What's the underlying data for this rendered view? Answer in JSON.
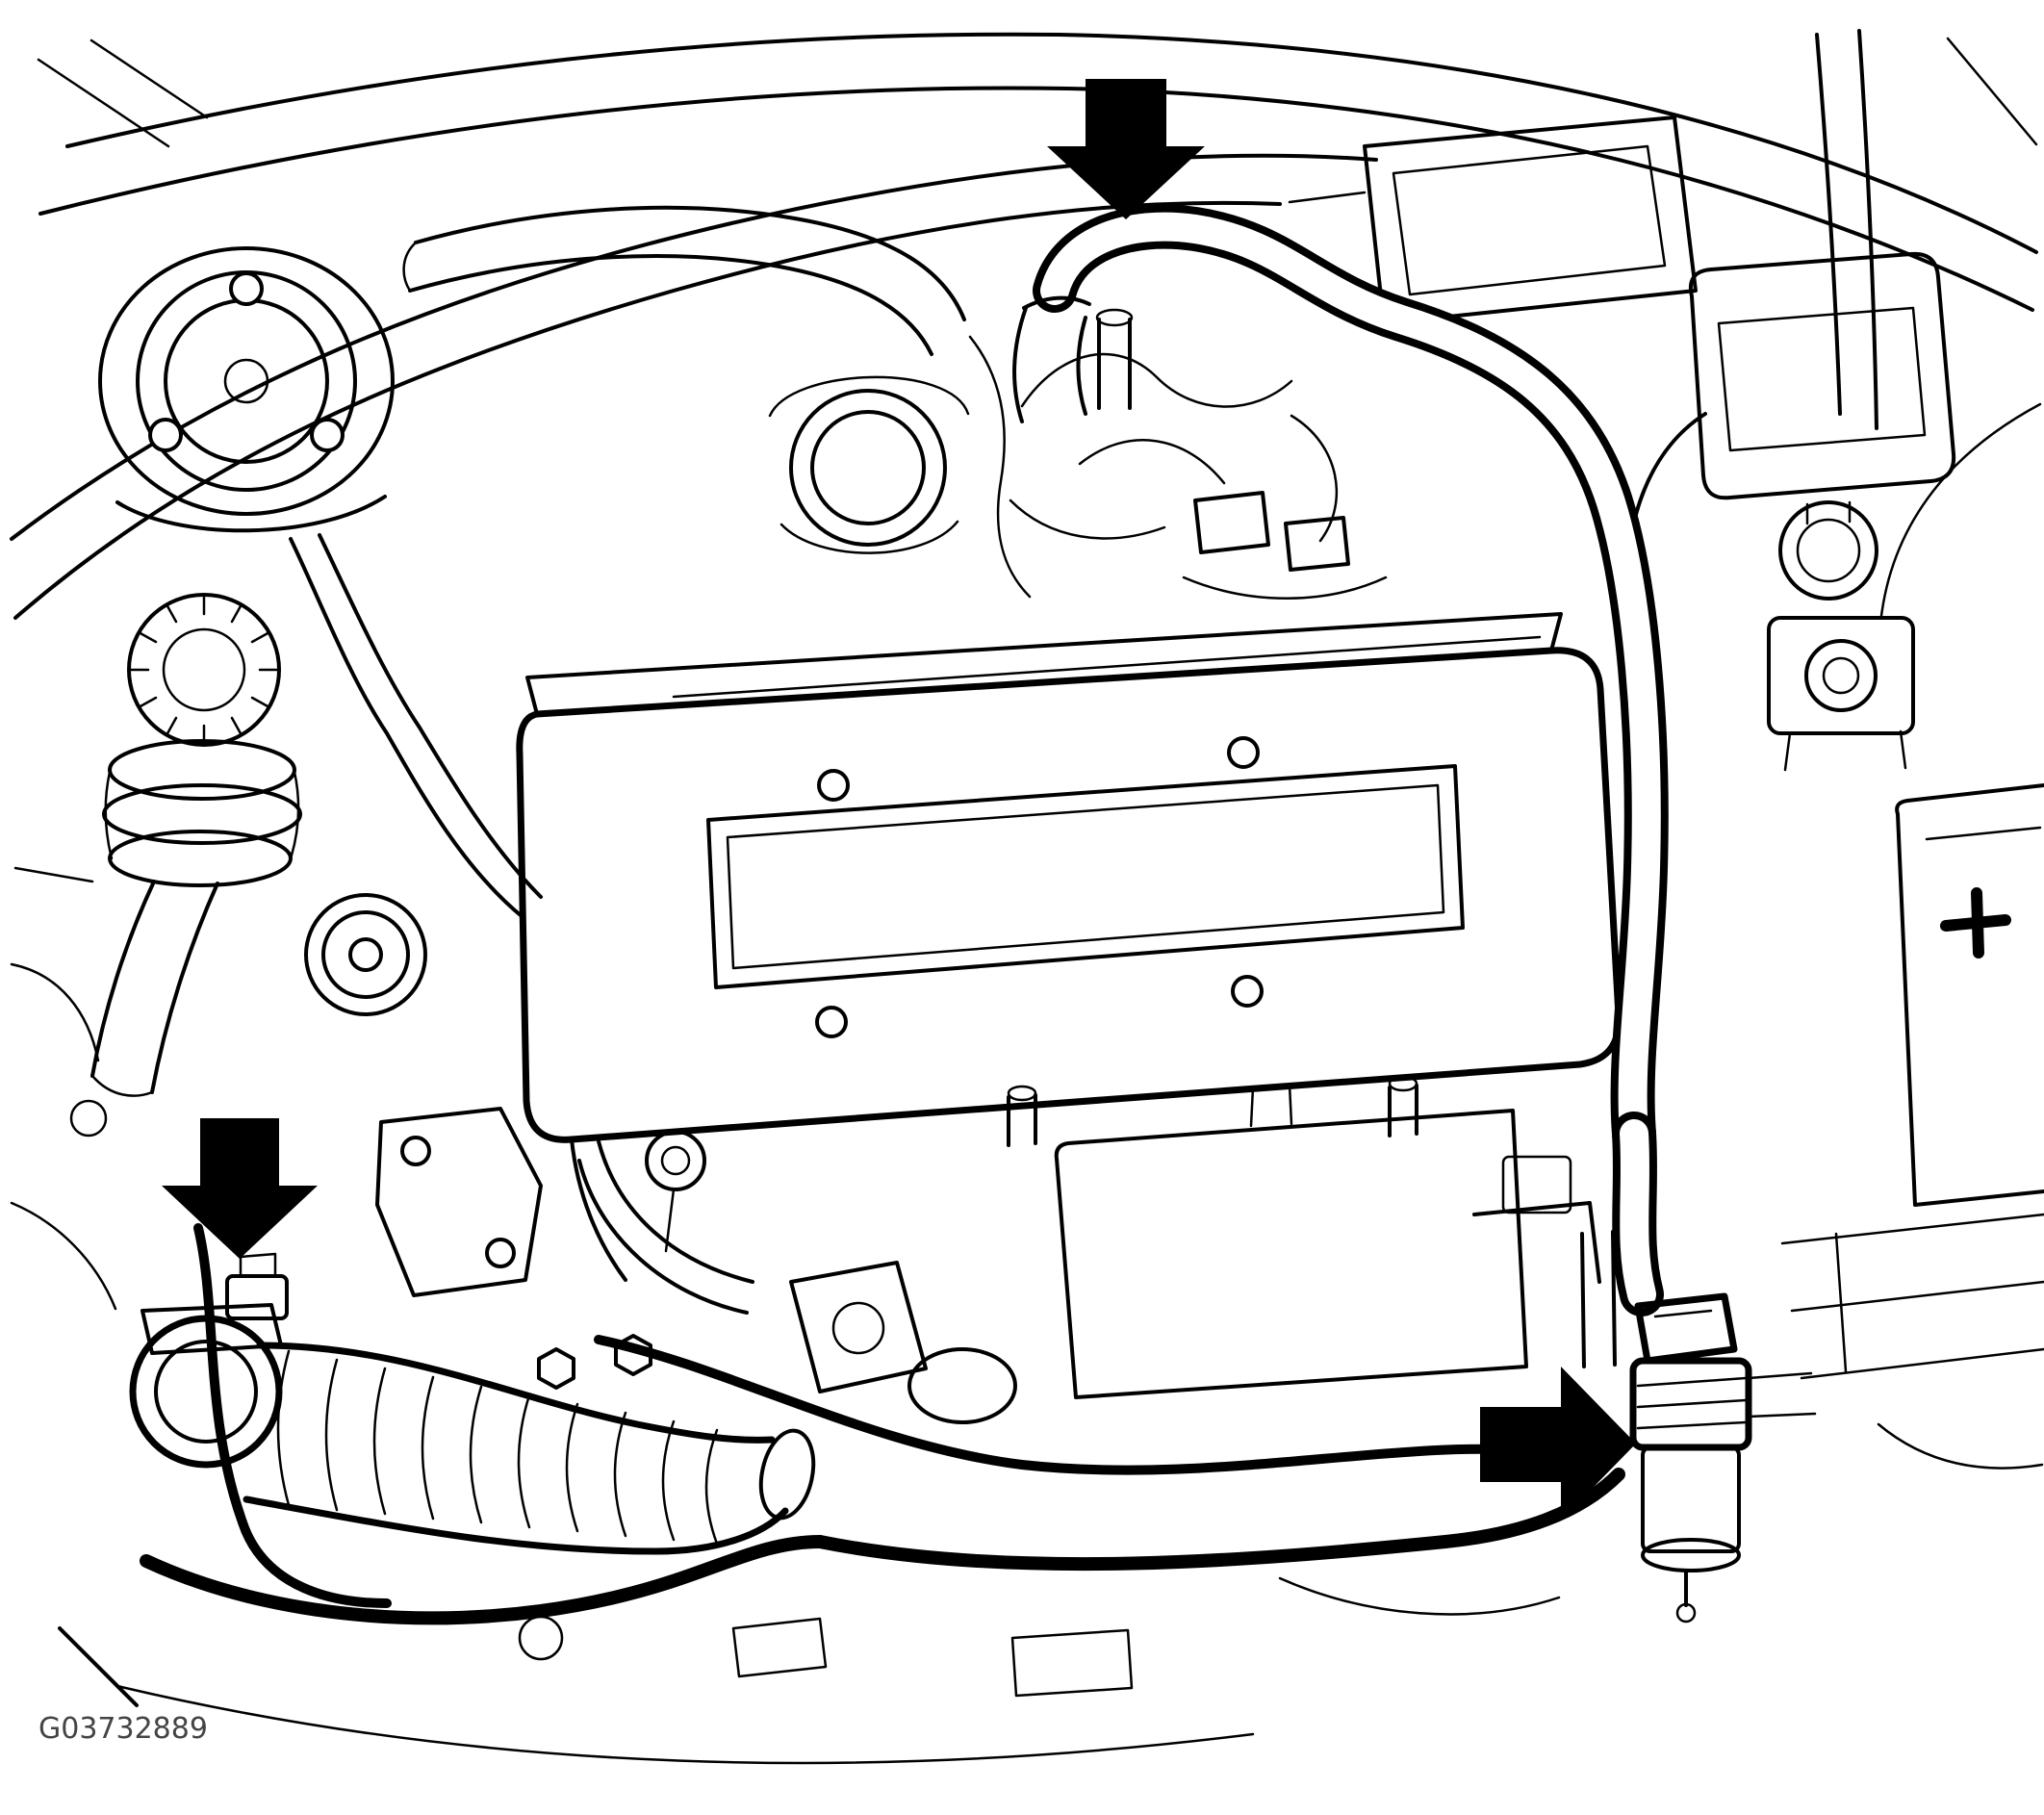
{
  "figure": {
    "id_label": "G03732889",
    "description": "Black-and-white engine compartment line diagram with three solid black callout arrows",
    "colors": {
      "line": "#000000",
      "background": "#ffffff",
      "arrow": "#000000",
      "label_text": "#444444"
    },
    "callouts": [
      {
        "name": "top-center-arrow",
        "direction": "down"
      },
      {
        "name": "lower-left-arrow",
        "direction": "down"
      },
      {
        "name": "lower-right-arrow",
        "direction": "right"
      }
    ]
  }
}
